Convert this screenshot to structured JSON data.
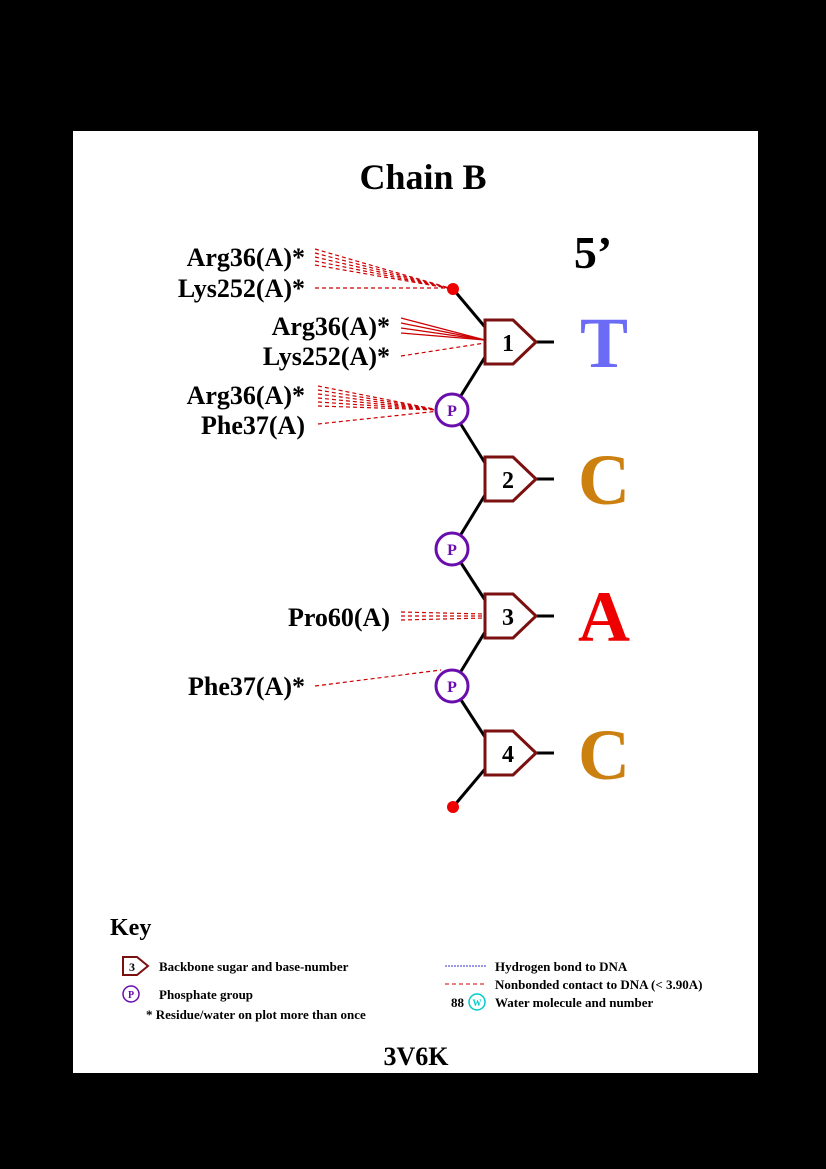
{
  "title": "Chain B",
  "strand_end": "5’",
  "footer_id": "3V6K",
  "colors": {
    "sugar": "#7a1010",
    "phosphate": "#6a0dad",
    "nonbonded": "#cc0000",
    "hbond": "#3333cc",
    "water": "#00cccc",
    "T": "#6b6bf5",
    "C": "#cc8010",
    "A": "#ee0000"
  },
  "nucleotides": [
    {
      "number": "1",
      "base": "T"
    },
    {
      "number": "2",
      "base": "C"
    },
    {
      "number": "3",
      "base": "A"
    },
    {
      "number": "4",
      "base": "C"
    }
  ],
  "phosphates": [
    {
      "label": "P"
    },
    {
      "label": "P"
    },
    {
      "label": "P"
    }
  ],
  "residues": [
    {
      "label": "Arg36(A)*",
      "target": "terminal-top"
    },
    {
      "label": "Lys252(A)*",
      "target": "terminal-top"
    },
    {
      "label": "Arg36(A)*",
      "target": "sugar-1"
    },
    {
      "label": "Lys252(A)*",
      "target": "sugar-1"
    },
    {
      "label": "Arg36(A)*",
      "target": "phosphate-1"
    },
    {
      "label": "Phe37(A)",
      "target": "phosphate-1"
    },
    {
      "label": "Pro60(A)",
      "target": "sugar-3"
    },
    {
      "label": "Phe37(A)*",
      "target": "phosphate-3"
    }
  ],
  "key": {
    "title": "Key",
    "sugar_icon_number": "3",
    "sugar_text": "Backbone sugar and base-number",
    "phosphate_icon_label": "P",
    "phosphate_text": "Phosphate group",
    "star_text": "* Residue/water on plot more than once",
    "hbond_text": "Hydrogen bond to DNA",
    "nonbonded_text": "Nonbonded contact to DNA (< 3.90A)",
    "water_number": "88",
    "water_icon_label": "W",
    "water_text": "Water molecule and number"
  }
}
